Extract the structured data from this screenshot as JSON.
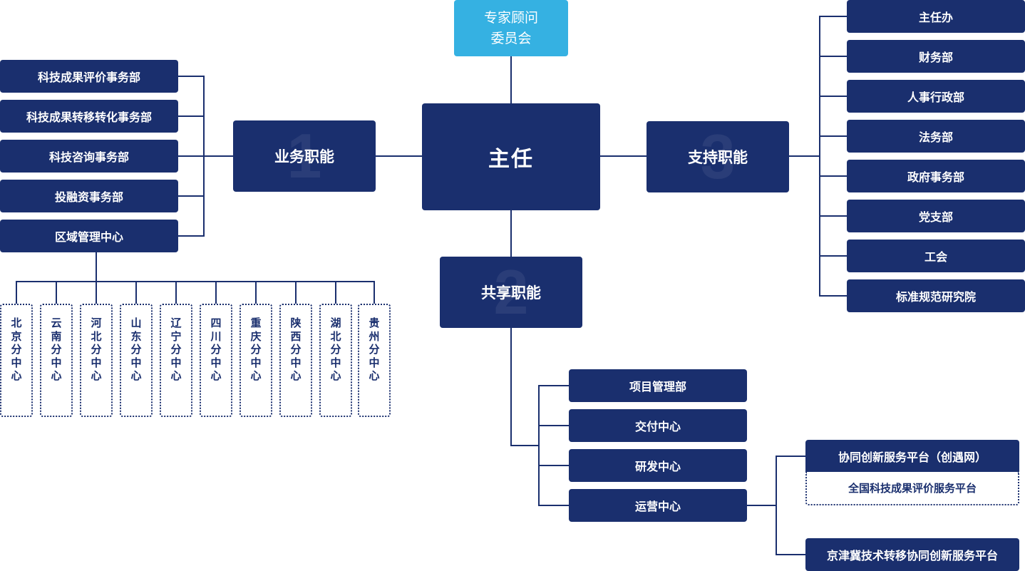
{
  "colors": {
    "primary": "#1a2f6e",
    "accent": "#35b1e2",
    "background": "#ffffff"
  },
  "expert_committee": {
    "line1": "专家顾问",
    "line2": "委员会"
  },
  "director": "主任",
  "business": {
    "label": "业务职能",
    "number": "1",
    "departments": [
      "科技成果评价事务部",
      "科技成果转移转化事务部",
      "科技咨询事务部",
      "投融资事务部",
      "区域管理中心"
    ],
    "branches": [
      "北京分中心",
      "云南分中心",
      "河北分中心",
      "山东分中心",
      "辽宁分中心",
      "四川分中心",
      "重庆分中心",
      "陕西分中心",
      "湖北分中心",
      "贵州分中心"
    ]
  },
  "shared": {
    "label": "共享职能",
    "number": "2",
    "departments": [
      "项目管理部",
      "交付中心",
      "研发中心",
      "运营中心"
    ],
    "platforms": {
      "platform1": "协同创新服务平台（创遇网）",
      "platform1_sub": "全国科技成果评价服务平台",
      "platform2": "京津冀技术转移协同创新服务平台"
    }
  },
  "support": {
    "label": "支持职能",
    "number": "3",
    "departments": [
      "主任办",
      "财务部",
      "人事行政部",
      "法务部",
      "政府事务部",
      "党支部",
      "工会",
      "标准规范研究院"
    ]
  }
}
